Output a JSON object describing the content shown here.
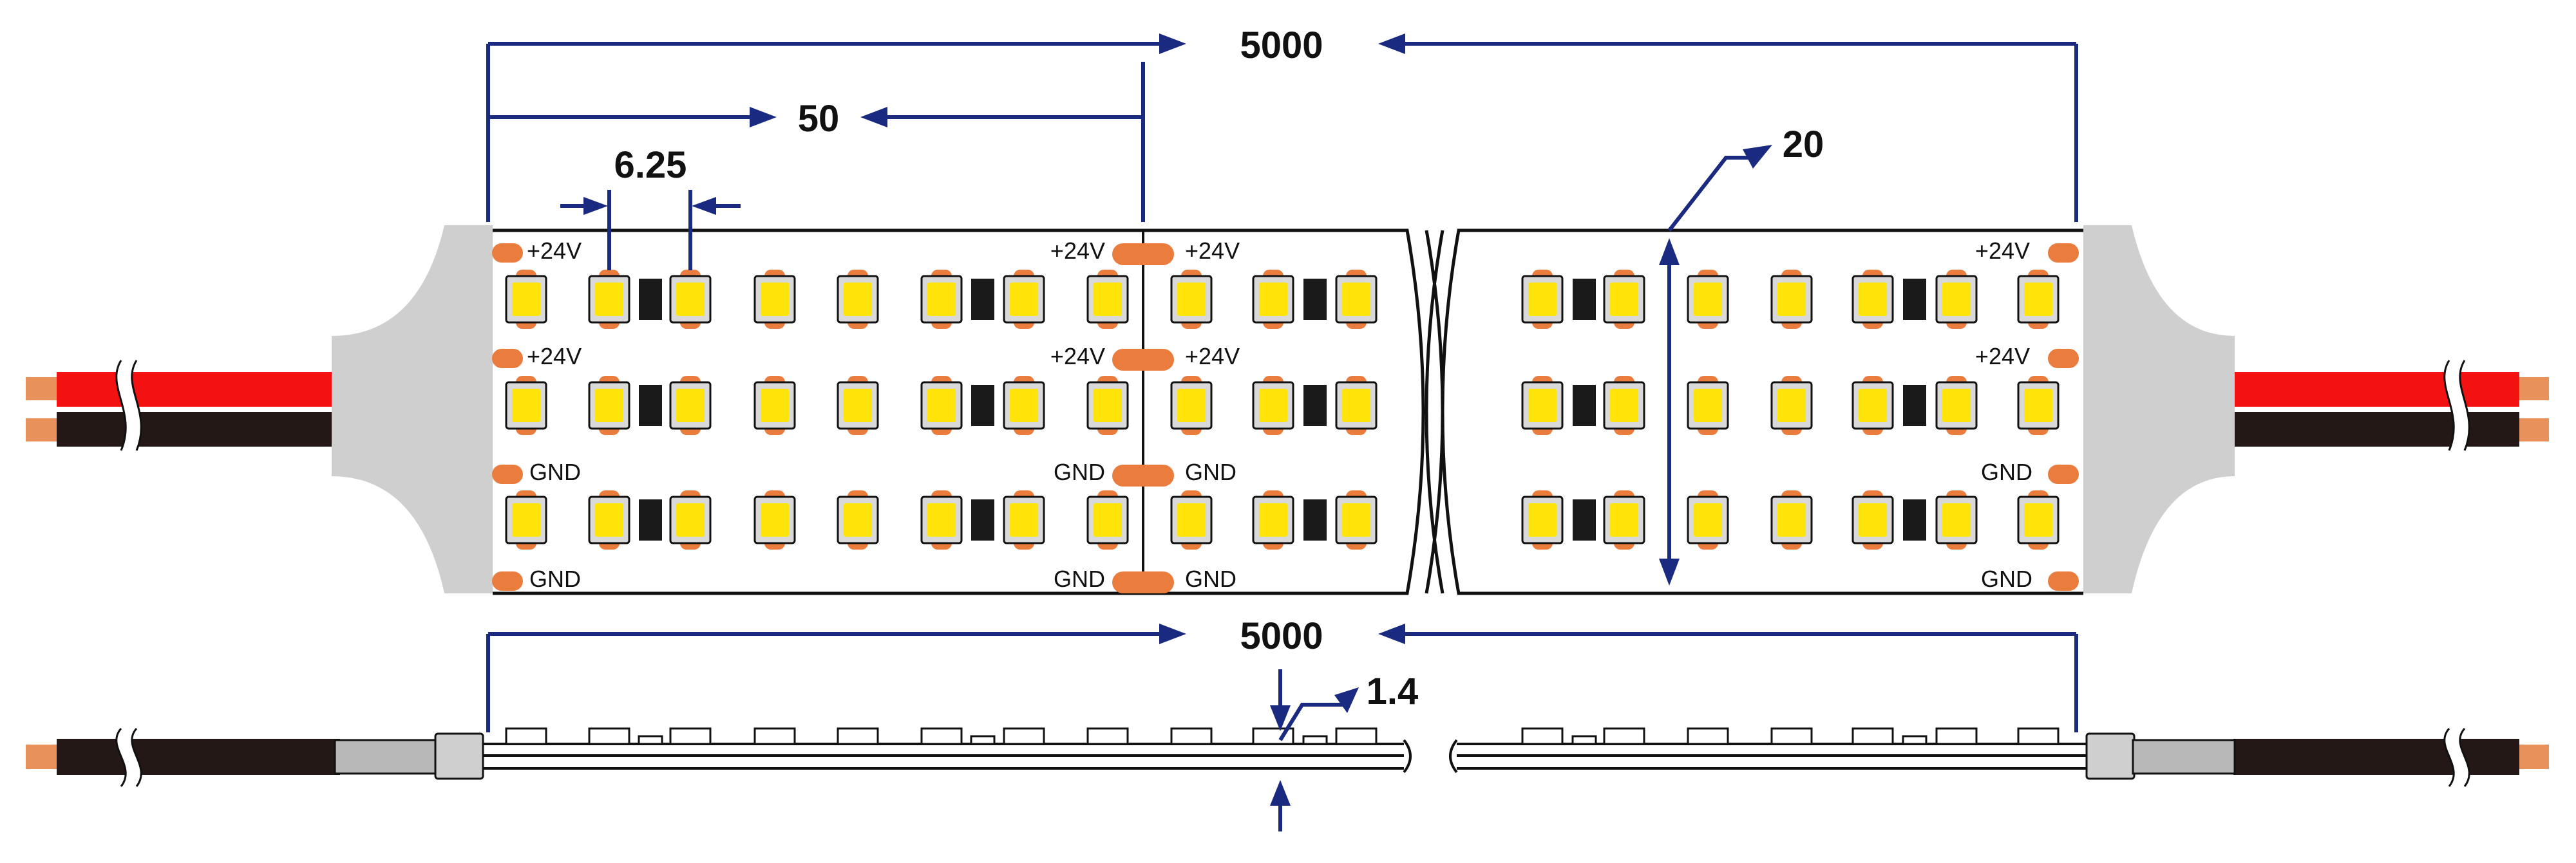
{
  "dimensions": {
    "total_length": "5000",
    "cut_length": "50",
    "led_pitch": "6.25",
    "strip_width": "20",
    "thickness": "1.4",
    "side_total_length": "5000"
  },
  "pad_labels": {
    "positive": "+24V",
    "ground": "GND"
  },
  "colors": {
    "dimension_line": "#1a2a80",
    "outline": "#111111",
    "solder_pad": "#ea7d3d",
    "led_frame": "#d9d9d9",
    "led_chip": "#ffe40a",
    "resistor": "#1a1a1a",
    "endcap": "#cfcfcf",
    "wire_red": "#f21212",
    "wire_black": "#231815",
    "wire_tip": "#e8915a"
  },
  "icons": [
    "dimension-arrow-icon",
    "break-mark-icon",
    "led-chip-icon",
    "resistor-icon",
    "solder-pad-icon",
    "wire-icon"
  ]
}
